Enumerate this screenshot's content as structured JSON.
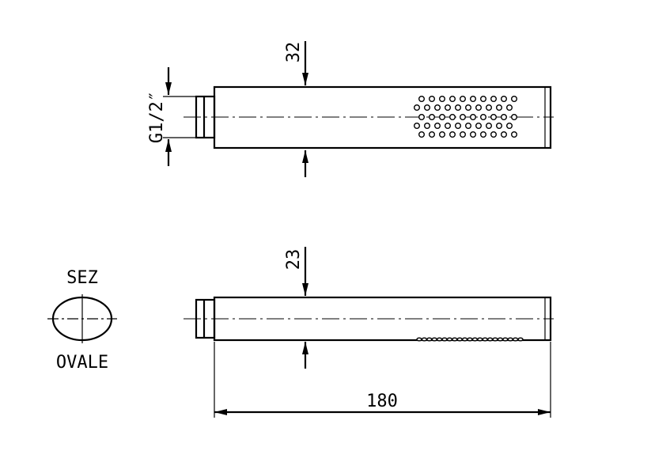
{
  "drawing": {
    "top_view": {
      "height_dim": "32",
      "thread_dim": "G1/2″"
    },
    "side_view": {
      "height_dim": "23",
      "length_dim": "180"
    },
    "section": {
      "label_top": "SEZ",
      "label_bottom": "OVALE"
    }
  },
  "colors": {
    "line": "#000000",
    "background": "#ffffff"
  }
}
